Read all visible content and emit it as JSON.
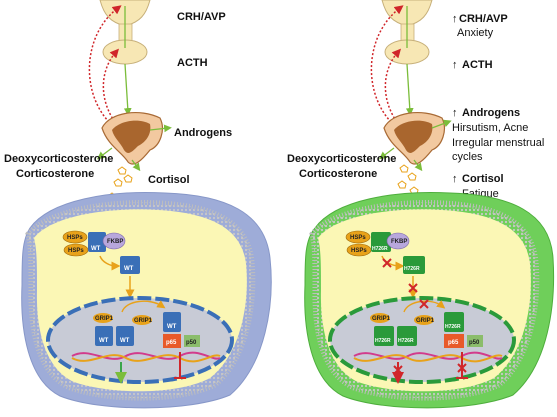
{
  "left": {
    "crh_avp": "CRH/AVP",
    "acth": "ACTH",
    "androgens": "Androgens",
    "doc": "Deoxycorticosterone",
    "cortico": "Corticosterone",
    "cortisol": "Cortisol",
    "hsps1": "HSPs",
    "hsps2": "HSPs",
    "fkbp": "FKBP",
    "receptor": "WT",
    "receptor_nuc": "WT",
    "grip1_a": "GRIP1",
    "grip1_b": "GRIP1",
    "gr_a": "WT",
    "gr_b": "WT",
    "gr_c": "WT",
    "p65": "p65",
    "p50": "p50"
  },
  "right": {
    "crh_avp": "CRH/AVP",
    "anxiety": "Anxiety",
    "acth": "ACTH",
    "androgens": "Androgens",
    "hirsutism": "Hirsutism, Acne",
    "irregular": "Irregular menstrual",
    "cycles": "cycles",
    "doc": "Deoxycorticosterone",
    "cortico": "Corticosterone",
    "cortisol": "Cortisol",
    "fatigue": "Fatigue",
    "up_arrow": "↑",
    "hsps1": "HSPs",
    "hsps2": "HSPs",
    "fkbp": "FKBP",
    "receptor": "H726R",
    "receptor_nuc": "H726R",
    "grip1_a": "GRIP1",
    "grip1_b": "GRIP1",
    "gr_a": "H726R",
    "gr_b": "H726R",
    "gr_c": "H726R",
    "p65": "p65",
    "p50": "p50"
  },
  "colors": {
    "wild_type": "#3a6fb7",
    "mutant": "#2a9a3a",
    "cell_left": "#9eacd8",
    "cell_right": "#6fcf5a",
    "cytoplasm": "#fbf7b5",
    "adrenal": "#c98b52",
    "inhibit": "#d0262a",
    "activate": "#7bbd3b",
    "grip1": "#e8a21a"
  }
}
